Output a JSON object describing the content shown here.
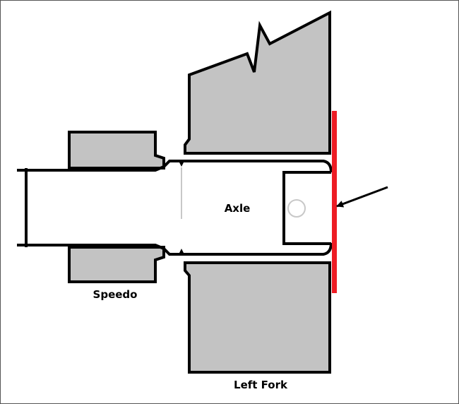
{
  "labels": {
    "axle": "Axle",
    "speedo": "Speedo",
    "left_fork": "Left Fork"
  },
  "colors": {
    "part_fill": "#c3c3c3",
    "outline": "#000000",
    "highlight": "#ed1c24",
    "hole": "#c8c8c8"
  },
  "icons": {
    "pointer": "arrow-icon"
  }
}
